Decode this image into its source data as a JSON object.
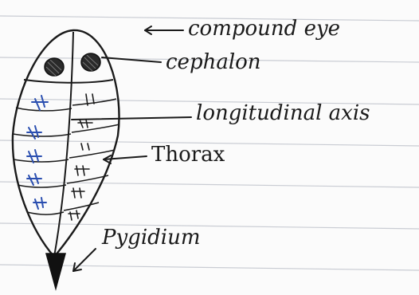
{
  "labels": {
    "compound_eye": "compound eye",
    "cephalon": "cephalon",
    "longitudinal_axis": "longitudinal axis",
    "thorax": "Thorax",
    "pygidium": "Pygidium"
  },
  "colors": {
    "ink": "#1a1a1a",
    "blue_ink": "#2b4fb0",
    "paper": "#fbfbfb",
    "ruled_line": "#c9ccd3"
  }
}
